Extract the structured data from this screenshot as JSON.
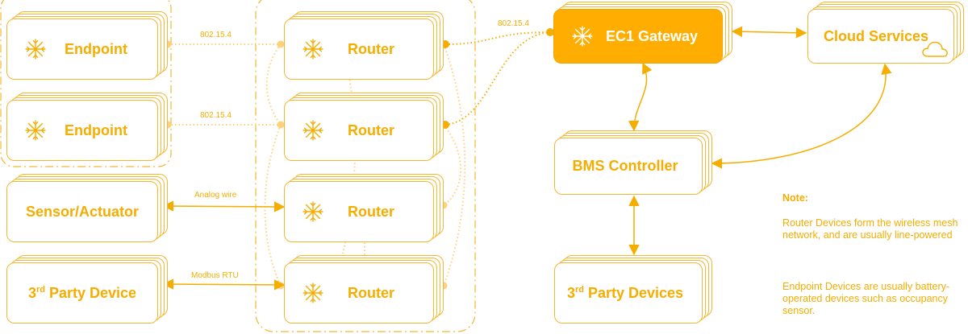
{
  "nodes": {
    "endpoint_1": "Endpoint",
    "endpoint_2": "Endpoint",
    "sensor_actuator": "Sensor/Actuator",
    "third_party_device": {
      "prefix": "3",
      "sup": "rd",
      "rest": " Party Device"
    },
    "router_1": "Router",
    "router_2": "Router",
    "router_3": "Router",
    "router_4": "Router",
    "gateway": "EC1 Gateway",
    "cloud": "Cloud Services",
    "bms": "BMS Controller",
    "third_party_devices": {
      "prefix": "3",
      "sup": "rd",
      "rest": " Party Devices"
    }
  },
  "edge_labels": {
    "endpoint1_router1": "802.15.4",
    "endpoint2_router2": "802.15.4",
    "router_gateway": "802.15.4",
    "sensor_router": "Analog wire",
    "thirdparty_router": "Modbus RTU"
  },
  "note": {
    "title": "Note:",
    "line1": "Router Devices form the wireless mesh network, and are usually line-powered",
    "line2": "Endpoint Devices are usually battery-operated devices such as occupancy sensor."
  },
  "colors": {
    "accent": "#f5ad00",
    "gateway_fill": "#ffad00",
    "line": "#f5b731",
    "dots": "#ffd27a"
  },
  "icons": {
    "node_icon": "snowflake-icon",
    "cloud_icon": "cloud-icon"
  }
}
